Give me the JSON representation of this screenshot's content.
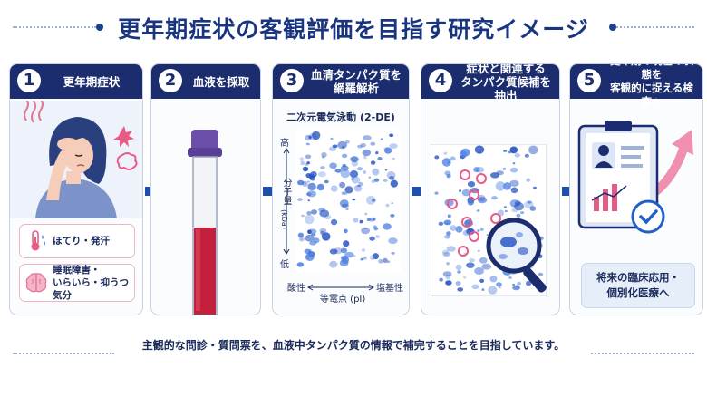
{
  "title": "更年期症状の客観評価を目指す研究イメージ",
  "steps": [
    {
      "number": "1",
      "title_lines": [
        "更年期症状"
      ]
    },
    {
      "number": "2",
      "title_lines": [
        "血液を採取"
      ]
    },
    {
      "number": "3",
      "title_lines": [
        "血清タンパク質を",
        "網羅解析"
      ]
    },
    {
      "number": "4",
      "title_lines": [
        "症状と関連する",
        "タンパク質候補を抽出"
      ]
    },
    {
      "number": "5",
      "title_lines": [
        "更年期の現在の状態を",
        "客観的に捉える検査へ"
      ]
    }
  ],
  "symptoms": [
    {
      "icon": "thermometer-sweat-icon",
      "lines": [
        "ほてり・発汗"
      ]
    },
    {
      "icon": "brain-icon",
      "lines": [
        "睡眠障害・",
        "いらいら・抑うつ気分"
      ]
    }
  ],
  "gel": {
    "title": "二次元電気泳動 (2-DE)",
    "y_high": "高",
    "y_label": "分子量",
    "y_unit": "(kDa)",
    "y_low": "低",
    "x_left": "酸性",
    "x_label": "等電点 (pI)",
    "x_right": "塩基性"
  },
  "future": {
    "lines": [
      "将来の臨床応用・",
      "個別化医療へ"
    ]
  },
  "footer": "主観的な問診・質問票を、血液中タンパク質の情報で補完することを目指しています。",
  "colors": {
    "navy": "#1b2d6e",
    "accent_blue": "#1f5fc8",
    "pink": "#e85b86",
    "blood": "#c41f3d"
  }
}
